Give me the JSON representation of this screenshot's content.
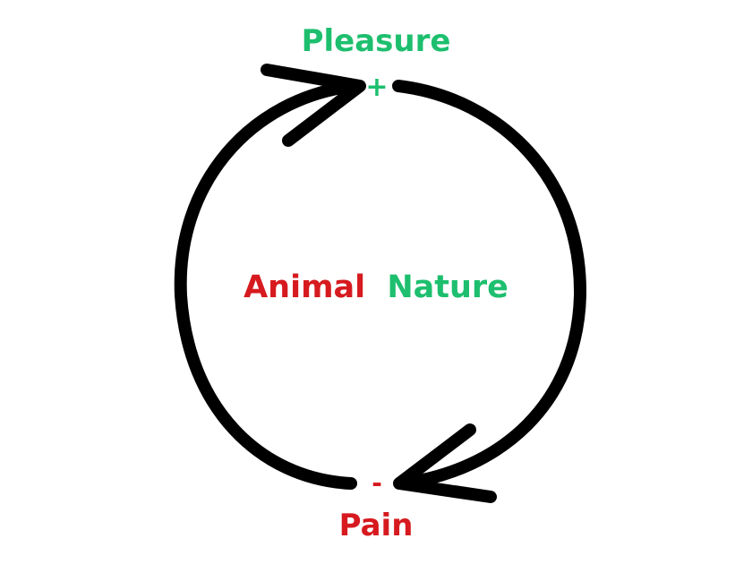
{
  "diagram": {
    "top_label": "Pleasure",
    "top_sign": "+",
    "bottom_label": "Pain",
    "bottom_sign": "-",
    "center_word_1": "Animal",
    "center_word_2": "Nature"
  },
  "colors": {
    "positive": "#1dbf6e",
    "negative": "#d61a1f",
    "stroke": "#000000",
    "background": "#ffffff"
  }
}
